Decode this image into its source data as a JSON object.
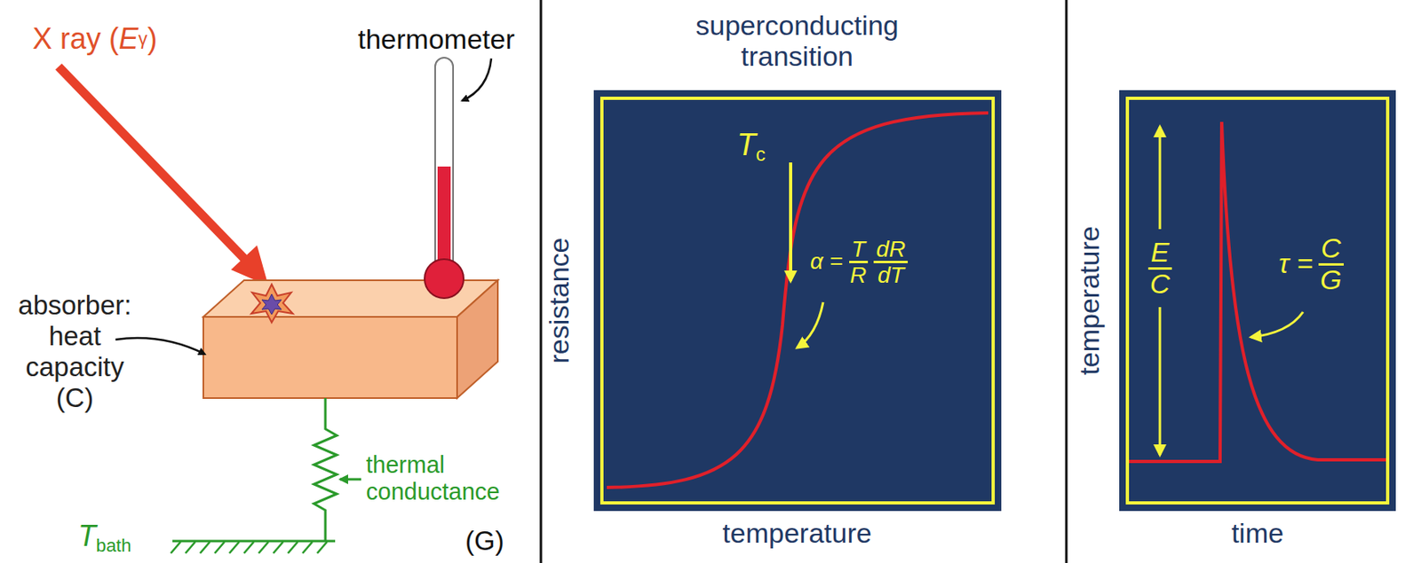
{
  "diagram": {
    "labels": [
      "X ray (",
      "E",
      "γ",
      ")",
      "thermometer",
      "absorber: heat capacity",
      "(C)",
      "thermal conductance",
      "(G)",
      "T",
      "bath",
      "superconducting transition",
      "resistance",
      "temperature",
      "T",
      "c",
      "α =",
      "T",
      "R",
      "dR",
      "dT",
      "temperature",
      "time",
      "E",
      "C",
      "τ =",
      "C",
      "G"
    ]
  }
}
